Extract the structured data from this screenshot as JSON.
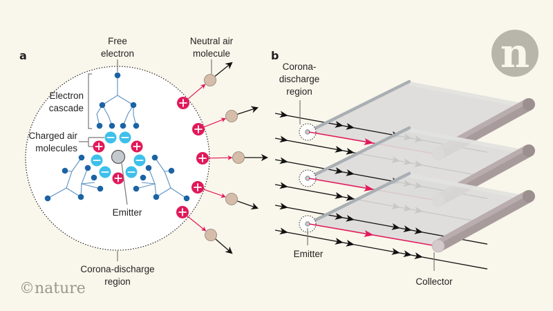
{
  "figure": {
    "brand": "©nature",
    "logo_letter": "n",
    "colors": {
      "background": "#f9f6eb",
      "electron": "#1b63a4",
      "negative_ion": "#3ec0ea",
      "positive_ion": "#e0195a",
      "neutral_molecule": "#d6bda9",
      "emitter": "#c4c9cd",
      "ion_flow": "#e0195a",
      "air_flow": "#111111",
      "collector": "#b9adae",
      "plate": "#dcdcda",
      "logo": "#b8b5ab"
    }
  },
  "panel_a": {
    "letter": "a",
    "labels": {
      "free_electron": [
        "Free",
        "electron"
      ],
      "neutral_air_molecule": [
        "Neutral air",
        "molecule"
      ],
      "electron_cascade": [
        "Electron",
        "cascade"
      ],
      "charged_air_molecules": [
        "Charged air",
        "molecules"
      ],
      "emitter": "Emitter",
      "corona_region": [
        "Corona-discharge",
        "region"
      ]
    },
    "ion_symbols": {
      "positive": "+",
      "negative": "−"
    },
    "escaping_ions_count": 5
  },
  "panel_b": {
    "letter": "b",
    "labels": {
      "corona_region": [
        "Corona-",
        "discharge",
        "region"
      ],
      "emitter": "Emitter",
      "collector": "Collector"
    },
    "electrode_pairs": 3,
    "airflow_lines": 6
  }
}
